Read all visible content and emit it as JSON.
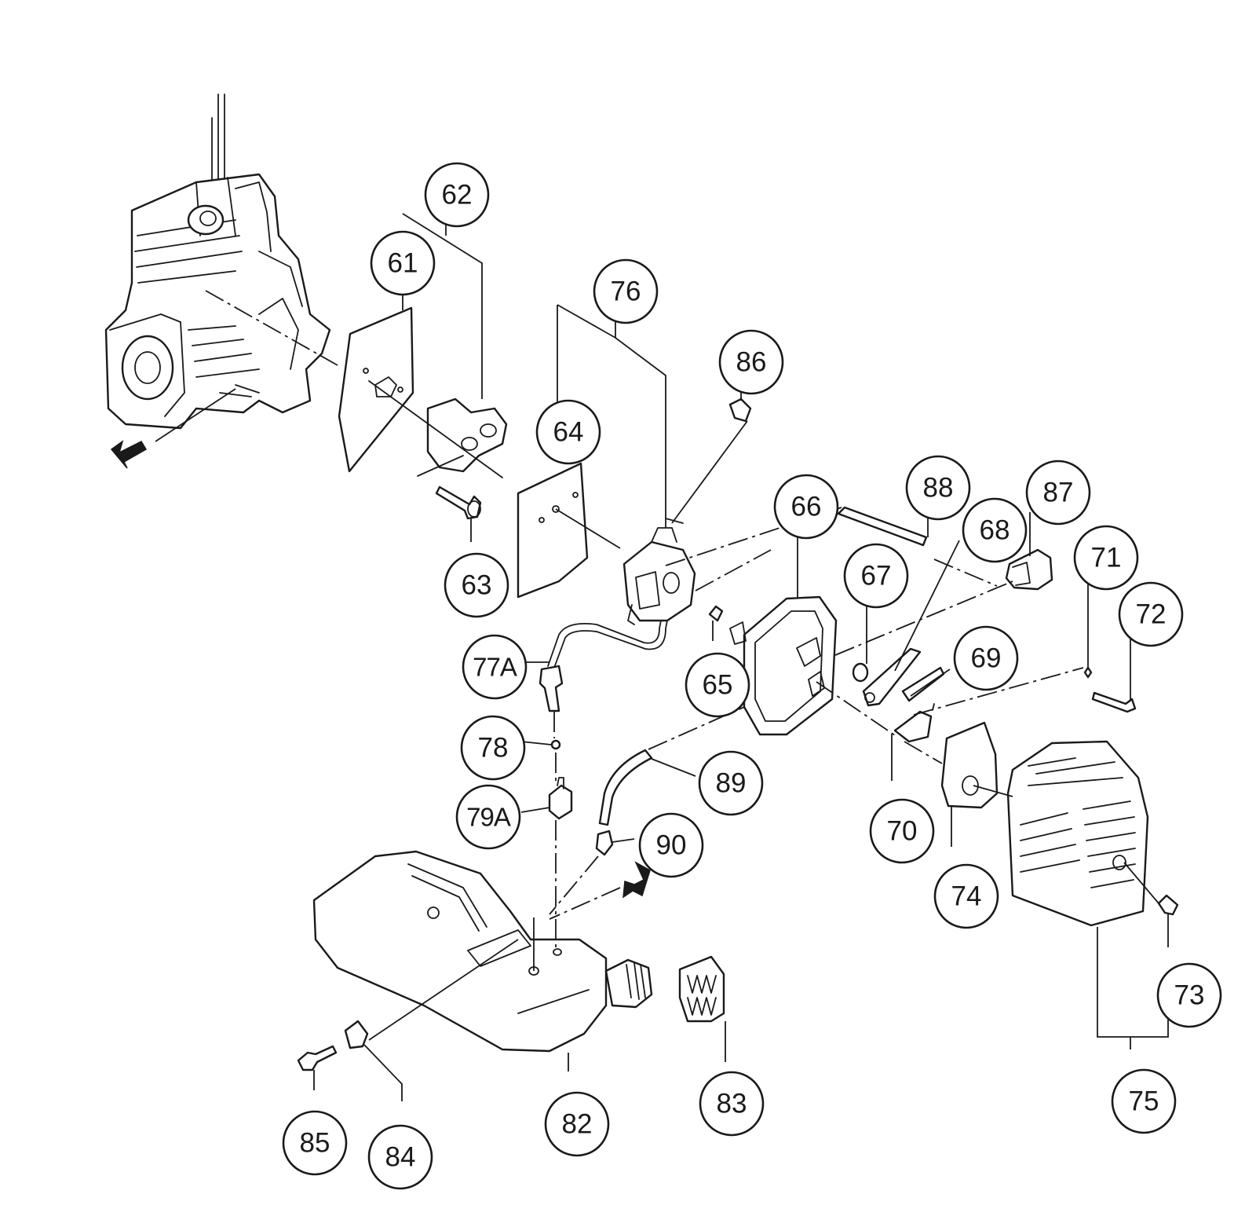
{
  "diagram": {
    "callouts": [
      {
        "id": "61",
        "label": "61"
      },
      {
        "id": "62",
        "label": "62"
      },
      {
        "id": "63",
        "label": "63"
      },
      {
        "id": "64",
        "label": "64"
      },
      {
        "id": "65",
        "label": "65"
      },
      {
        "id": "66",
        "label": "66"
      },
      {
        "id": "67",
        "label": "67"
      },
      {
        "id": "68",
        "label": "68"
      },
      {
        "id": "69",
        "label": "69"
      },
      {
        "id": "70",
        "label": "70"
      },
      {
        "id": "71",
        "label": "71"
      },
      {
        "id": "72",
        "label": "72"
      },
      {
        "id": "73",
        "label": "73"
      },
      {
        "id": "74",
        "label": "74"
      },
      {
        "id": "75",
        "label": "75"
      },
      {
        "id": "76",
        "label": "76"
      },
      {
        "id": "77A",
        "label": "77A"
      },
      {
        "id": "78",
        "label": "78"
      },
      {
        "id": "79A",
        "label": "79A"
      },
      {
        "id": "82",
        "label": "82"
      },
      {
        "id": "83",
        "label": "83"
      },
      {
        "id": "84",
        "label": "84"
      },
      {
        "id": "85",
        "label": "85"
      },
      {
        "id": "86",
        "label": "86"
      },
      {
        "id": "87",
        "label": "87"
      },
      {
        "id": "88",
        "label": "88"
      },
      {
        "id": "89",
        "label": "89"
      },
      {
        "id": "90",
        "label": "90"
      }
    ]
  }
}
